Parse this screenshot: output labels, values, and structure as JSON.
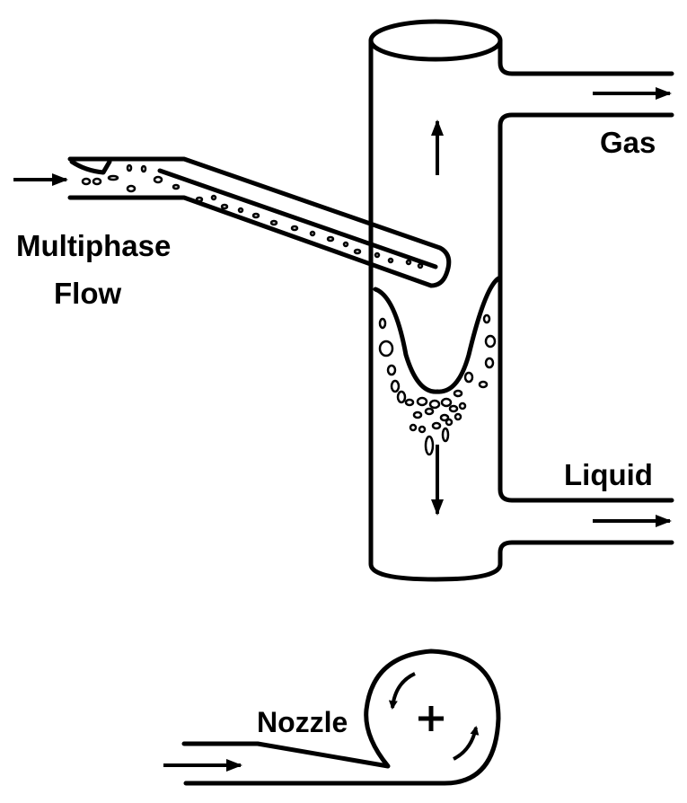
{
  "labels": {
    "inlet_line1": "Multiphase",
    "inlet_line2": "Flow",
    "gas": "Gas",
    "liquid": "Liquid",
    "nozzle": "Nozzle"
  },
  "colors": {
    "stroke": "#000000",
    "background": "#ffffff"
  }
}
